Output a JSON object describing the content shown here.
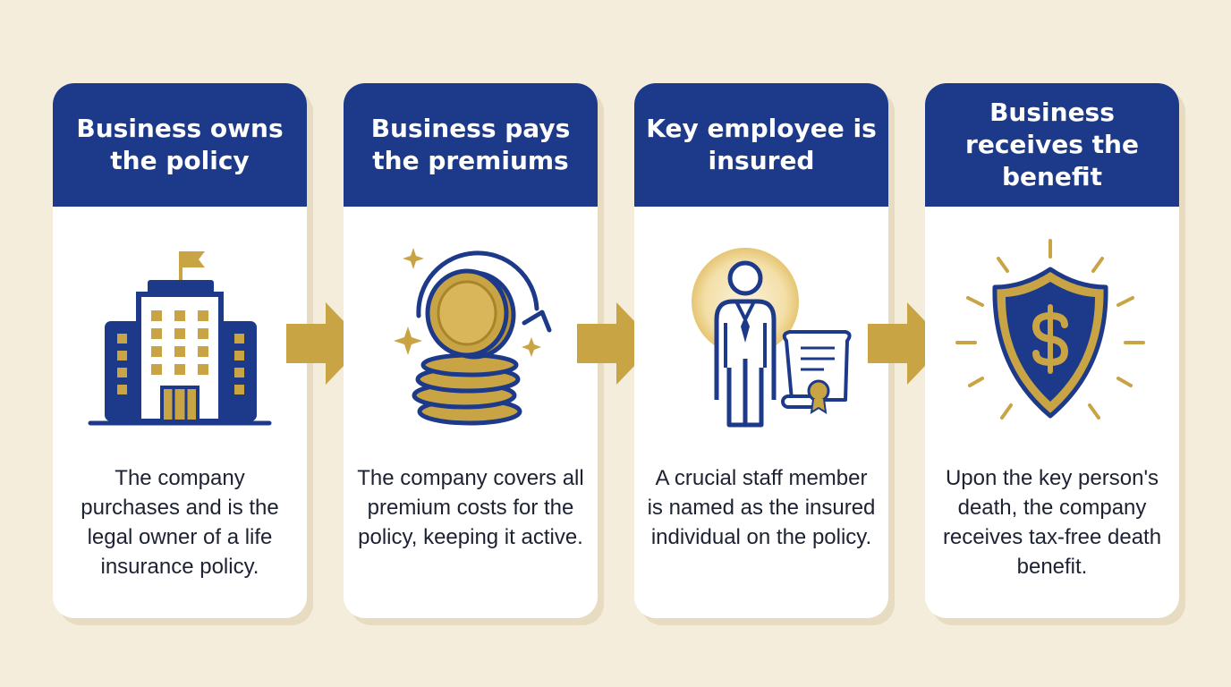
{
  "steps": [
    {
      "title": "Business owns the policy",
      "description": "The company purchases and is the legal owner of a life insurance policy.",
      "icon": "office-building-icon"
    },
    {
      "title": "Business pays the premiums",
      "description": "The company covers all premium costs for the policy, keeping it active.",
      "icon": "coins-cycle-icon"
    },
    {
      "title": "Key employee is insured",
      "description": "A crucial staff member is named as the insured individual on the policy.",
      "icon": "employee-with-certificate-icon"
    },
    {
      "title": "Business receives the benefit",
      "description": "Upon the key person's death, the company receives tax-free death benefit.",
      "icon": "shield-dollar-icon"
    }
  ],
  "colors": {
    "background": "#f5eddc",
    "header_blue": "#1d3a8a",
    "gold": "#c9a445",
    "text": "#1d2233"
  }
}
